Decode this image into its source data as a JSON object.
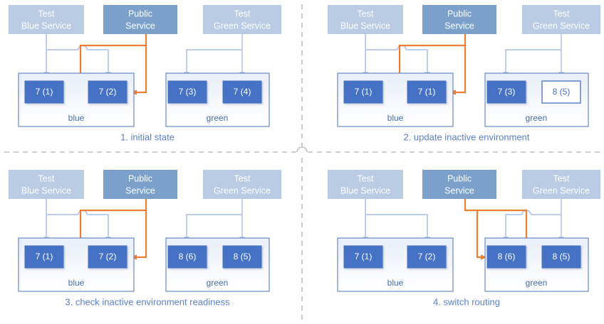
{
  "colors": {
    "test_service_fill": "#b9cce4",
    "public_service_fill": "#7ba0ca",
    "instance_fill": "#4472c4",
    "instance_pending_fill": "#ffffff",
    "instance_pending_text": "#4472c4",
    "env_border": "#5b7ec4",
    "env_fill_top": "#eaeff7",
    "env_fill_bottom": "#ffffff",
    "arrow_light": "#b4c7e7",
    "arrow_orange": "#ed7d31",
    "caption_text": "#5b7ec4",
    "env_label_text": "#4a6ea9",
    "divider": "#bfbfbf",
    "service_text": "#ffffff"
  },
  "services": {
    "test_blue": {
      "line1": "Test",
      "line2": "Blue Service"
    },
    "public": {
      "line1": "Public",
      "line2": "Service"
    },
    "test_green": {
      "line1": "Test",
      "line2": "Green Service"
    }
  },
  "environments": {
    "blue_label": "blue",
    "green_label": "green"
  },
  "panels": [
    {
      "id": "panel-1",
      "caption": "1. initial state",
      "blue_instances": [
        {
          "label": "7 (1)",
          "state": "active"
        },
        {
          "label": "7 (2)",
          "state": "active"
        }
      ],
      "green_instances": [
        {
          "label": "7 (3)",
          "state": "active"
        },
        {
          "label": "7 (4)",
          "state": "active"
        }
      ],
      "public_routing": "blue",
      "test_blue_routing": "blue",
      "test_green_routing": "green"
    },
    {
      "id": "panel-2",
      "caption": "2. update inactive environment",
      "blue_instances": [
        {
          "label": "7 (1)",
          "state": "active"
        },
        {
          "label": "7 (1)",
          "state": "active"
        }
      ],
      "green_instances": [
        {
          "label": "7 (3)",
          "state": "active"
        },
        {
          "label": "8 (5)",
          "state": "pending"
        }
      ],
      "public_routing": "blue",
      "test_blue_routing": "blue",
      "test_green_routing": "green"
    },
    {
      "id": "panel-3",
      "caption": "3. check inactive environment readiness",
      "blue_instances": [
        {
          "label": "7 (1)",
          "state": "active"
        },
        {
          "label": "7 (2)",
          "state": "active"
        }
      ],
      "green_instances": [
        {
          "label": "8 (6)",
          "state": "active"
        },
        {
          "label": "8 (5)",
          "state": "active"
        }
      ],
      "public_routing": "blue",
      "test_blue_routing": "blue",
      "test_green_routing": "green"
    },
    {
      "id": "panel-4",
      "caption": "4. switch routing",
      "blue_instances": [
        {
          "label": "7 (1)",
          "state": "active"
        },
        {
          "label": "7 (2)",
          "state": "active"
        }
      ],
      "green_instances": [
        {
          "label": "8 (6)",
          "state": "active"
        },
        {
          "label": "8 (5)",
          "state": "active"
        }
      ],
      "public_routing": "green",
      "test_blue_routing": "blue",
      "test_green_routing": "green"
    }
  ]
}
